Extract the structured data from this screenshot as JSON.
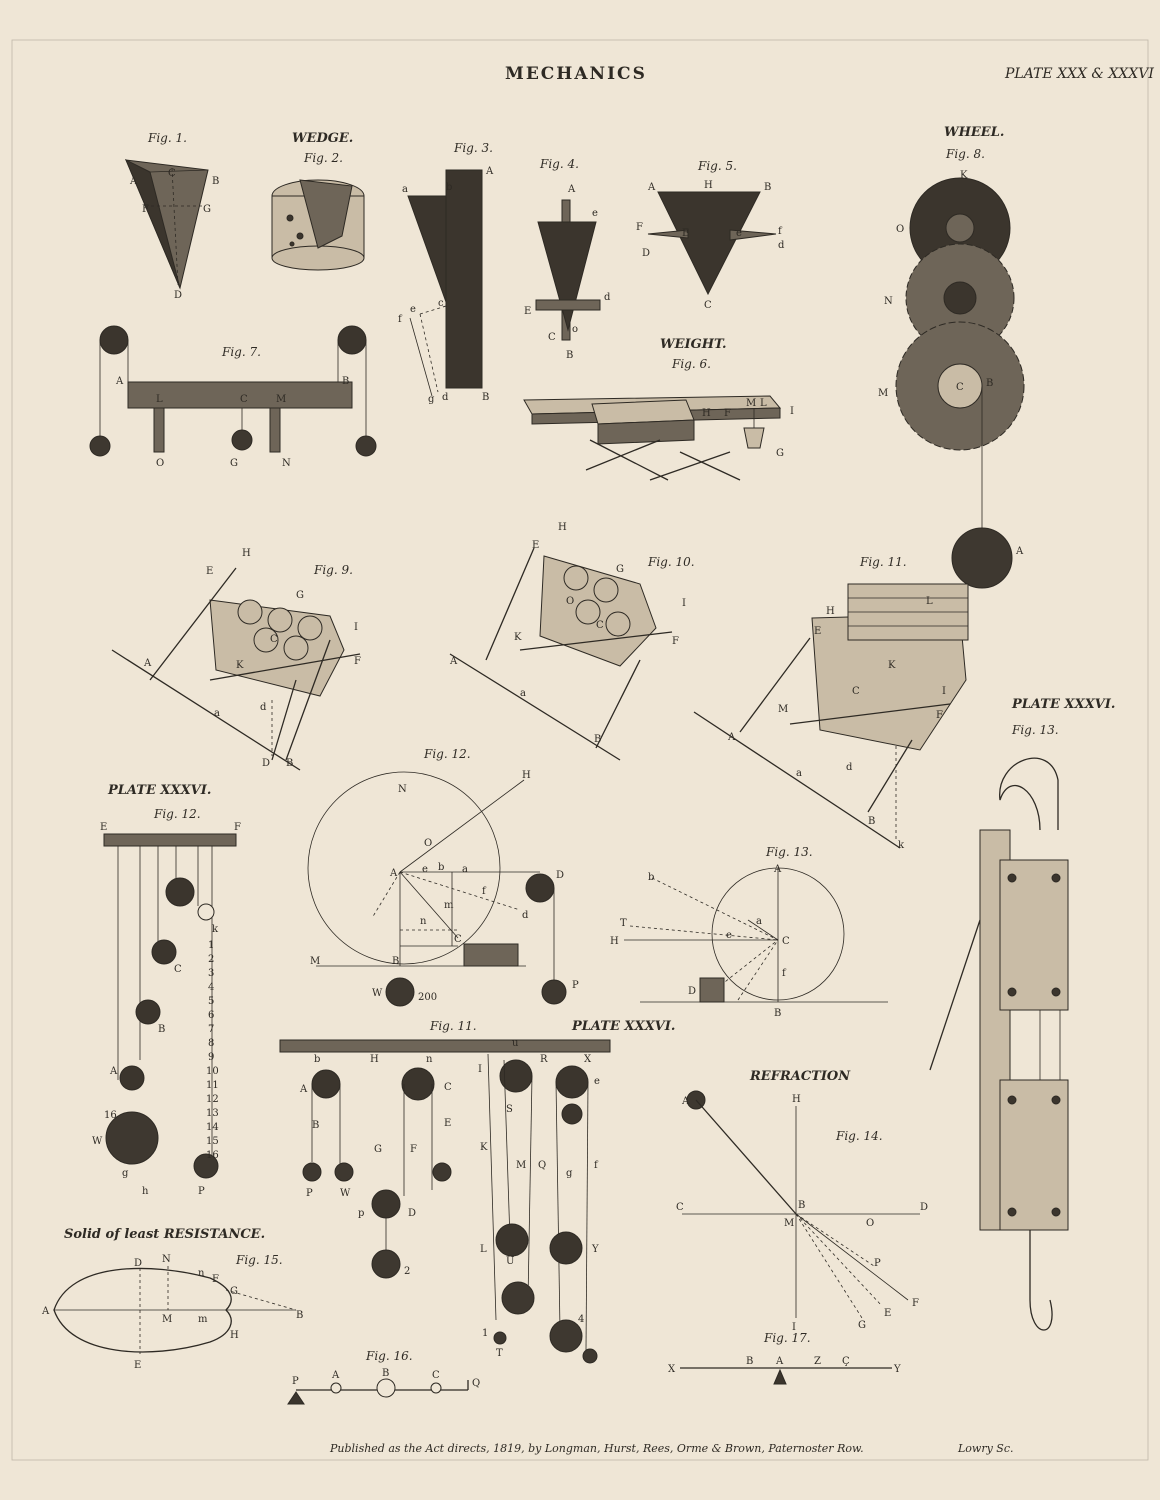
{
  "header": {
    "title": "MECHANICS",
    "plate": "PLATE XXX & XXXVI"
  },
  "footer": {
    "published": "Published as the Act directs, 1819, by Longman, Hurst, Rees, Orme & Brown, Paternoster Row.",
    "engraver": "Lowry Sc."
  },
  "sections": {
    "wedge": "WEDGE.",
    "wheel": "WHEEL.",
    "weight": "WEIGHT.",
    "plate_xxxvi_left": "PLATE XXXVI.",
    "plate_xxxvi_center": "PLATE XXXVI.",
    "plate_xxxvi_right": "PLATE XXXVI.",
    "refraction": "REFRACTION",
    "solid": "Solid of least RESISTANCE."
  },
  "figures": {
    "fig1": "Fig. 1.",
    "fig2": "Fig. 2.",
    "fig3": "Fig. 3.",
    "fig4": "Fig. 4.",
    "fig5": "Fig. 5.",
    "fig6": "Fig. 6.",
    "fig7": "Fig. 7.",
    "fig8": "Fig. 8.",
    "fig9": "Fig. 9.",
    "fig10": "Fig. 10.",
    "fig11_barrow": "Fig. 11.",
    "fig12_circle": "Fig. 12.",
    "fig12_pulleys": "Fig. 12.",
    "fig13_circle": "Fig. 13.",
    "fig13_block": "Fig. 13.",
    "fig11_pulleys": "Fig. 11.",
    "fig14": "Fig. 14.",
    "fig15": "Fig. 15.",
    "fig16": "Fig. 16.",
    "fig17": "Fig. 17."
  },
  "labels": {
    "fig1": [
      "A",
      "B",
      "C",
      "F",
      "G",
      "D"
    ],
    "fig3": [
      "a",
      "b",
      "A",
      "e",
      "c",
      "f",
      "g",
      "d",
      "B"
    ],
    "fig4": [
      "A",
      "e",
      "E",
      "d",
      "C",
      "o",
      "B"
    ],
    "fig5": [
      "A",
      "H",
      "B",
      "F",
      "D",
      "E",
      "e",
      "f",
      "d",
      "C"
    ],
    "fig7": [
      "A",
      "B",
      "L",
      "C",
      "M",
      "O",
      "G",
      "N"
    ],
    "fig6": [
      "M",
      "L",
      "I",
      "H",
      "F",
      "G"
    ],
    "fig8": [
      "K",
      "O",
      "N",
      "M",
      "B",
      "C",
      "A"
    ],
    "fig9": [
      "H",
      "E",
      "G",
      "I",
      "F",
      "C",
      "K",
      "A",
      "a",
      "d",
      "D",
      "B"
    ],
    "fig10": [
      "H",
      "E",
      "G",
      "I",
      "F",
      "O",
      "C",
      "K",
      "A",
      "a",
      "B"
    ],
    "fig11": [
      "L",
      "H",
      "E",
      "K",
      "C",
      "I",
      "F",
      "M",
      "A",
      "a",
      "d",
      "B",
      "k"
    ],
    "fig12_circle": [
      "H",
      "N",
      "O",
      "A",
      "e",
      "b",
      "a",
      "m",
      "f",
      "d",
      "n",
      "C",
      "D",
      "M",
      "B",
      "W",
      "200",
      "P"
    ],
    "fig13_circle": [
      "A",
      "b",
      "T",
      "H",
      "a",
      "e",
      "C",
      "f",
      "D",
      "B"
    ],
    "fig12_pulleys": [
      "E",
      "F",
      "k",
      "C",
      "B",
      "A",
      "W",
      "P",
      "h",
      "g",
      "16"
    ],
    "fig11_pulleys": [
      "b",
      "H",
      "n",
      "I",
      "u",
      "R",
      "X",
      "A",
      "C",
      "S",
      "e",
      "B",
      "E",
      "G",
      "F",
      "K",
      "M",
      "Q",
      "g",
      "f",
      "P",
      "W",
      "p",
      "D",
      "2",
      "L",
      "U",
      "Y",
      "T",
      "1",
      "4"
    ],
    "fig14": [
      "A",
      "H",
      "C",
      "D",
      "B",
      "M",
      "O",
      "P",
      "F",
      "E",
      "G",
      "I"
    ],
    "fig15": [
      "D",
      "N",
      "n",
      "F",
      "G",
      "A",
      "M",
      "m",
      "B",
      "H",
      "E"
    ],
    "fig16": [
      "P",
      "A",
      "B",
      "C",
      "Q"
    ],
    "fig17": [
      "X",
      "B",
      "A",
      "Z",
      "Ç",
      "Y"
    ],
    "fig12_scale": [
      "1",
      "2",
      "3",
      "4",
      "5",
      "6",
      "7",
      "8",
      "9",
      "10",
      "11",
      "12",
      "13",
      "14",
      "15",
      "16"
    ]
  }
}
